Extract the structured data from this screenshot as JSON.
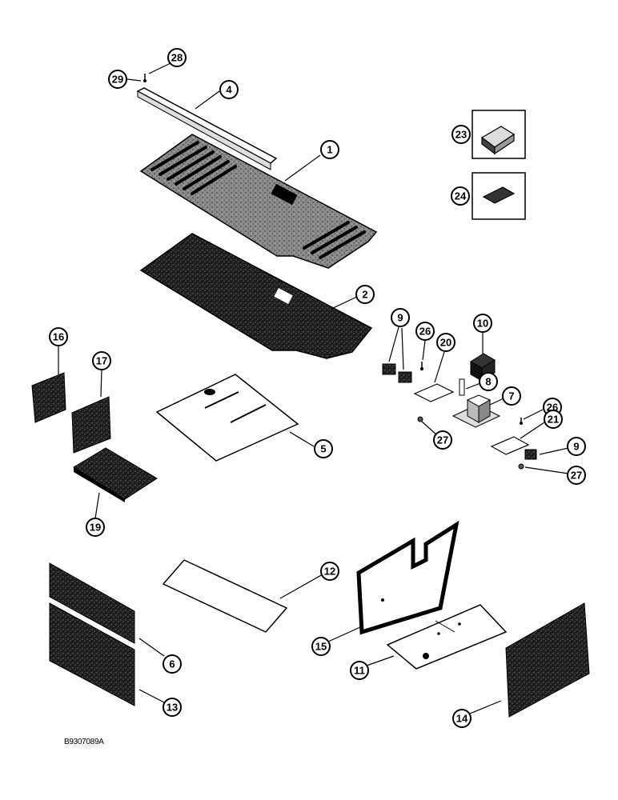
{
  "diagram": {
    "reference_code": "B9307089A",
    "callouts": [
      {
        "id": "c28",
        "label": "28"
      },
      {
        "id": "c29",
        "label": "29"
      },
      {
        "id": "c4",
        "label": "4"
      },
      {
        "id": "c1",
        "label": "1"
      },
      {
        "id": "c23",
        "label": "23"
      },
      {
        "id": "c24",
        "label": "24"
      },
      {
        "id": "c2",
        "label": "2"
      },
      {
        "id": "c9a",
        "label": "9"
      },
      {
        "id": "c26a",
        "label": "26"
      },
      {
        "id": "c20",
        "label": "20"
      },
      {
        "id": "c10",
        "label": "10"
      },
      {
        "id": "c8",
        "label": "8"
      },
      {
        "id": "c7",
        "label": "7"
      },
      {
        "id": "c26b",
        "label": "26"
      },
      {
        "id": "c21",
        "label": "21"
      },
      {
        "id": "c9b",
        "label": "9"
      },
      {
        "id": "c27a",
        "label": "27"
      },
      {
        "id": "c27b",
        "label": "27"
      },
      {
        "id": "c16",
        "label": "16"
      },
      {
        "id": "c17",
        "label": "17"
      },
      {
        "id": "c5",
        "label": "5"
      },
      {
        "id": "c19",
        "label": "19"
      },
      {
        "id": "c12",
        "label": "12"
      },
      {
        "id": "c6",
        "label": "6"
      },
      {
        "id": "c13",
        "label": "13"
      },
      {
        "id": "c15",
        "label": "15"
      },
      {
        "id": "c11",
        "label": "11"
      },
      {
        "id": "c14",
        "label": "14"
      }
    ]
  }
}
